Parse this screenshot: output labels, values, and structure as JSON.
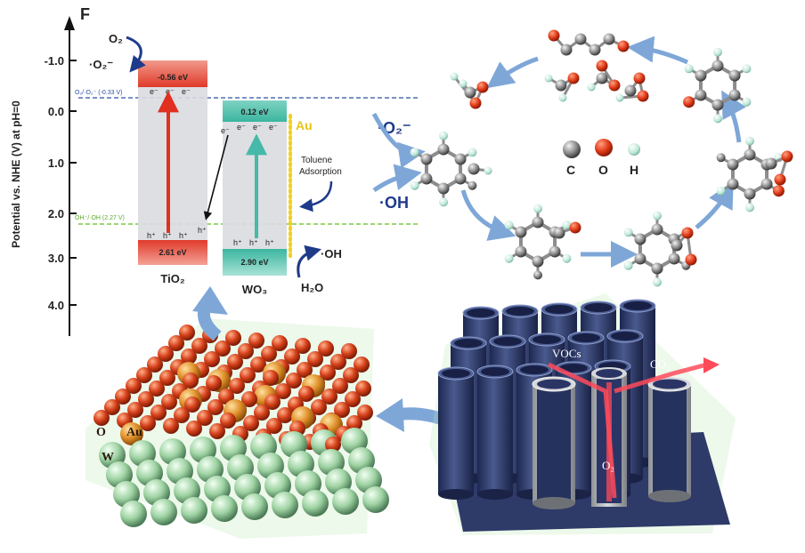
{
  "panel_label": "F",
  "axis": {
    "ylabel": "Potential vs. NHE (V) at pH=0",
    "ticks": [
      "-1.0",
      "0.0",
      "1.0",
      "2.0",
      "3.0",
      "4.0"
    ]
  },
  "reference_lines": {
    "o2": "O₂/·O₂⁻ (-0.33 V)",
    "oh": "OH⁻/·OH (2.27 V)"
  },
  "tio2": {
    "name": "TiO₂",
    "cb": "-0.56 eV",
    "vb": "2.61 eV",
    "electron": "e⁻",
    "hole": "h⁺"
  },
  "wo3": {
    "name": "WO₃",
    "cb": "0.12 eV",
    "vb": "2.90 eV",
    "electron": "e⁻",
    "hole": "h⁺"
  },
  "species": {
    "o2": "O₂",
    "superoxide": "·O₂⁻",
    "oh_radical": "·OH",
    "water": "H₂O",
    "au": "Au",
    "toluene": "Toluene\nAdsorption"
  },
  "cycle": {
    "superoxide": "·O₂⁻",
    "hydroxyl": "·OH",
    "legend": [
      "C",
      "O",
      "H"
    ]
  },
  "crystal": {
    "labels": [
      "O",
      "Au",
      "W"
    ]
  },
  "tubes": {
    "vocs": "VOCs",
    "co2": "CO₂",
    "o2": "O₂"
  },
  "colors": {
    "oxygen": "#d5401a",
    "gold": "#e0902a",
    "tungsten": "#9fd3a3",
    "carbon": "#7a7a7a",
    "hydrogen": "#bfe8d8",
    "arrow": "#7ea7d8",
    "tube": "#2f3d6b",
    "ref_o2": "#2b4fa8",
    "ref_oh": "#7cc840"
  }
}
